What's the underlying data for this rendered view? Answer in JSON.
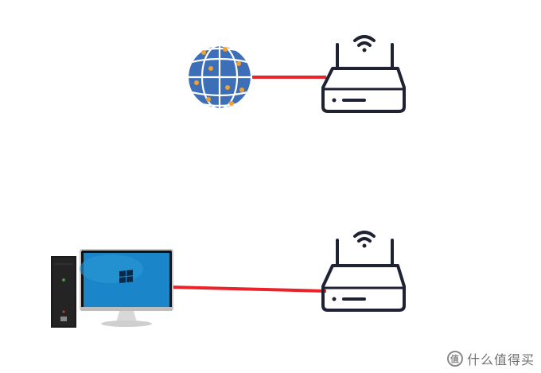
{
  "diagram": {
    "nodes": [
      {
        "id": "internet",
        "icon": "globe-icon"
      },
      {
        "id": "router-top",
        "icon": "wifi-router-icon"
      },
      {
        "id": "computer",
        "icon": "desktop-computer-icon"
      },
      {
        "id": "router-bottom",
        "icon": "wifi-router-icon"
      }
    ],
    "links": [
      {
        "from": "internet",
        "to": "router-top",
        "color": "#e8232a"
      },
      {
        "from": "computer",
        "to": "router-bottom",
        "color": "#e8232a"
      }
    ]
  },
  "colors": {
    "cable": "#e8232a",
    "router_stroke": "#1f2233",
    "globe": "#3d6fb8",
    "globe_nodes": "#f0a030",
    "screen": "#1a86c9"
  },
  "watermark": {
    "logo_text": "值",
    "text": "什么值得买"
  }
}
